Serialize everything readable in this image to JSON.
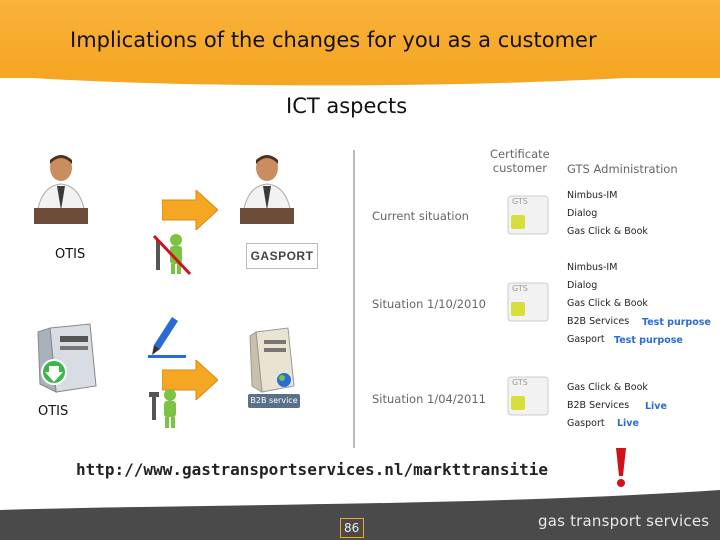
{
  "title": "Implications of the changes for you as a customer",
  "subtitle": "ICT aspects",
  "columns": {
    "certificate_customer": "Certificate\ncustomer",
    "gts_administration": "GTS Administration"
  },
  "left": {
    "otis_top": "OTIS",
    "otis_bottom": "OTIS",
    "gasport_logo": "GASPORT",
    "b2b_service_logo": "B2B service"
  },
  "situations": [
    {
      "label": "Current situation",
      "sim_text": "GTS",
      "items": [
        {
          "name": "Nimbus-IM",
          "note": ""
        },
        {
          "name": "Dialog",
          "note": ""
        },
        {
          "name": "Gas Click & Book",
          "note": ""
        }
      ]
    },
    {
      "label": "Situation 1/10/2010",
      "sim_text": "GTS",
      "items": [
        {
          "name": "Nimbus-IM",
          "note": ""
        },
        {
          "name": "Dialog",
          "note": ""
        },
        {
          "name": "Gas Click & Book",
          "note": ""
        },
        {
          "name": "B2B Services",
          "note": "Test purpose"
        },
        {
          "name": "Gasport",
          "note": "Test purpose"
        }
      ]
    },
    {
      "label": "Situation 1/04/2011",
      "sim_text": "GTS",
      "items": [
        {
          "name": "Gas Click & Book",
          "note": ""
        },
        {
          "name": "B2B Services",
          "note": "Live"
        },
        {
          "name": "Gasport",
          "note": "Live"
        }
      ]
    }
  ],
  "url": "http://www.gastransportservices.nl/markttransitie",
  "footer": {
    "page_number": "86",
    "brand": "gas transport services"
  },
  "colors": {
    "header": "#f5a623",
    "footer": "#4a4a4a",
    "accent_blue": "#2a6bd6",
    "exclamation": "#d0121b"
  }
}
